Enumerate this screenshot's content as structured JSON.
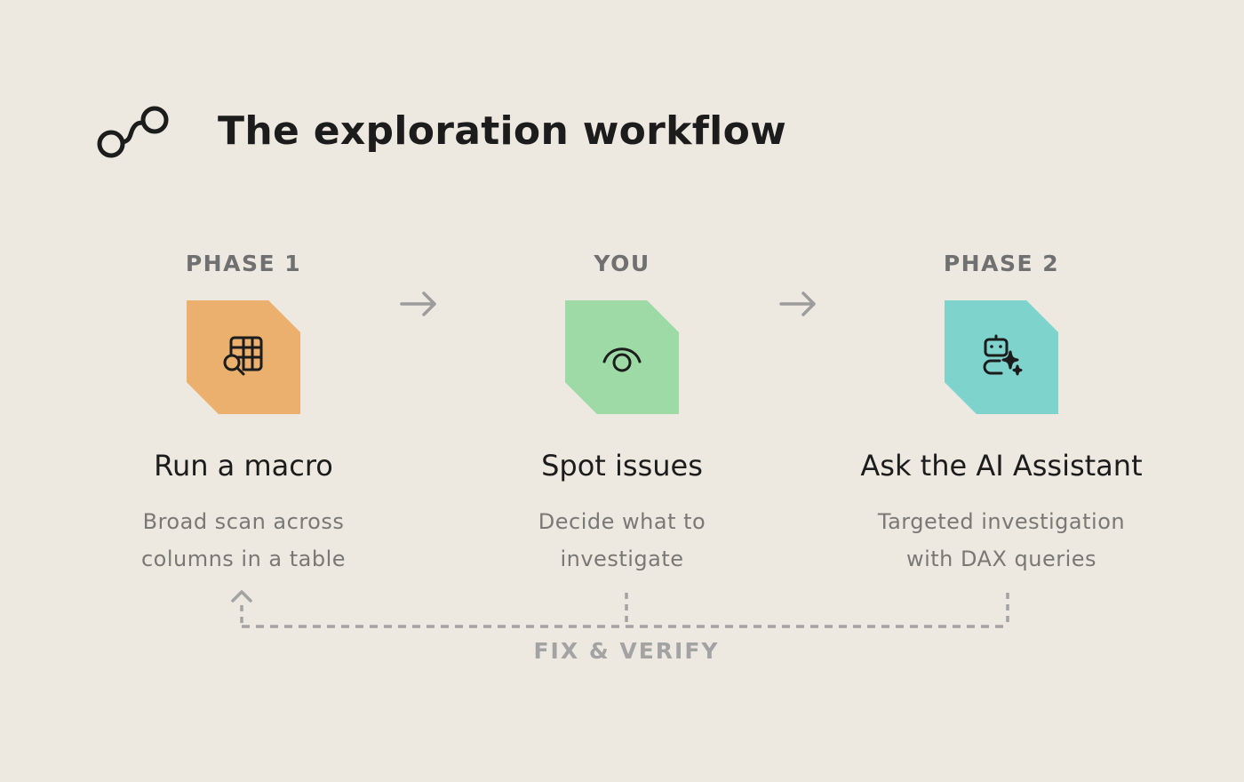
{
  "header": {
    "title": "The exploration workflow",
    "icon": "workflow-connector-icon"
  },
  "steps": [
    {
      "label": "PHASE 1",
      "title": "Run a macro",
      "description_lines": [
        "Broad scan across",
        "columns in a table"
      ],
      "icon": "table-search-icon",
      "color": "#ecb06e"
    },
    {
      "label": "YOU",
      "title": "Spot issues",
      "description_lines": [
        "Decide what to",
        "investigate"
      ],
      "icon": "eye-icon",
      "color": "#9ddaa5"
    },
    {
      "label": "PHASE 2",
      "title": "Ask the AI Assistant",
      "description_lines": [
        "Targeted investigation",
        "with DAX queries"
      ],
      "icon": "robot-sparkle-icon",
      "color": "#7fd3cd"
    }
  ],
  "connectors": {
    "arrow_icon": "arrow-right-icon",
    "arrow_color": "#9c9c9c"
  },
  "loop": {
    "label": "FIX & VERIFY",
    "color": "#a3a3a3"
  }
}
